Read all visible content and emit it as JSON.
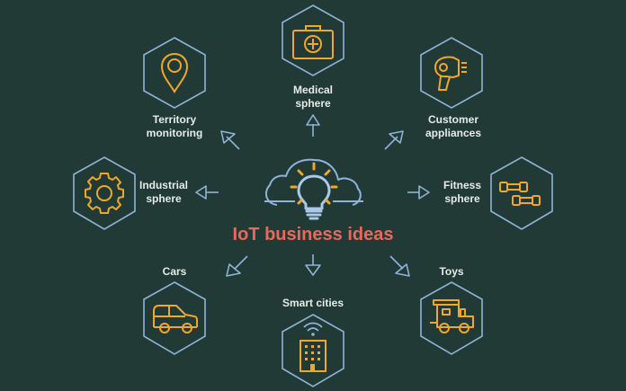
{
  "diagram": {
    "title": "IoT business ideas",
    "center_icon": "cloud-lightbulb-icon",
    "colors": {
      "background": "#213a36",
      "hexagon_stroke": "#8fb3d9",
      "icon_stroke": "#f0a82a",
      "title": "#e8695c",
      "label": "#e6ebe8",
      "arrow": "#8fb3d9"
    },
    "nodes": [
      {
        "id": "medical",
        "line1": "Medical",
        "line2": "sphere",
        "icon": "first-aid-kit-icon"
      },
      {
        "id": "territory",
        "line1": "Territory",
        "line2": "monitoring",
        "icon": "map-pin-icon"
      },
      {
        "id": "customer",
        "line1": "Customer",
        "line2": "appliances",
        "icon": "hair-dryer-icon"
      },
      {
        "id": "industrial",
        "line1": "Industrial",
        "line2": "sphere",
        "icon": "gear-icon"
      },
      {
        "id": "fitness",
        "line1": "Fitness",
        "line2": "sphere",
        "icon": "dumbbell-icon"
      },
      {
        "id": "cars",
        "line1": "Cars",
        "line2": "",
        "icon": "car-icon"
      },
      {
        "id": "smart-cities",
        "line1": "Smart cities",
        "line2": "",
        "icon": "smart-building-icon"
      },
      {
        "id": "toys",
        "line1": "Toys",
        "line2": "",
        "icon": "toy-train-icon"
      }
    ]
  }
}
